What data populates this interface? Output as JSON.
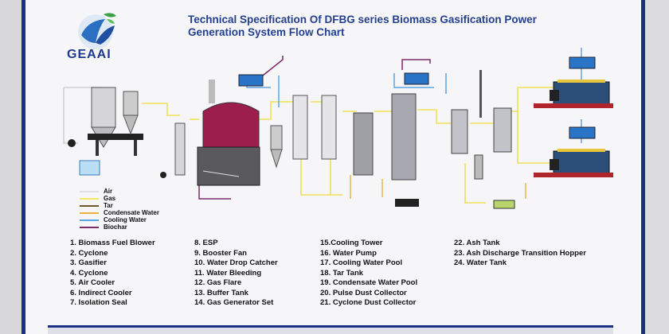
{
  "logo": {
    "name": "GEAAI",
    "icon": "globe-leaf-logo"
  },
  "title_line1": "Technical Specification Of DFBG series Biomass Gasification Power",
  "title_line2": "Generation System Flow Chart",
  "legend": [
    {
      "label": "Air",
      "color": "#e0e0e0"
    },
    {
      "label": "Gas",
      "color": "#f3ea66"
    },
    {
      "label": "Tar",
      "color": "#6b5a25"
    },
    {
      "label": "Condensate Water",
      "color": "#e9b23b"
    },
    {
      "label": "Cooling Water",
      "color": "#5aa6e0"
    },
    {
      "label": "Biochar",
      "color": "#7a2a6a"
    }
  ],
  "components_col1": [
    "1. Biomass Fuel Blower",
    "2. Cyclone",
    "3. Gasifier",
    "4. Cyclone",
    "5. Air Cooler",
    "6. Indirect Cooler",
    "7. Isolation Seal"
  ],
  "components_col2": [
    "8. ESP",
    "9. Booster Fan",
    "10. Water Drop Catcher",
    "11. Water Bleeding",
    "12. Gas Flare",
    "13. Buffer Tank",
    "14. Gas Generator Set"
  ],
  "components_col3": [
    "15.Cooling Tower",
    "16. Water Pump",
    "17. Cooling Water Pool",
    "18. Tar Tank",
    "19. Condensate Water Pool",
    "20. Pulse Dust Collector",
    "21. Cyclone Dust Collector"
  ],
  "components_col4": [
    "22. Ash Tank",
    "23. Ash Discharge Transition Hopper",
    "24. Water Tank"
  ]
}
